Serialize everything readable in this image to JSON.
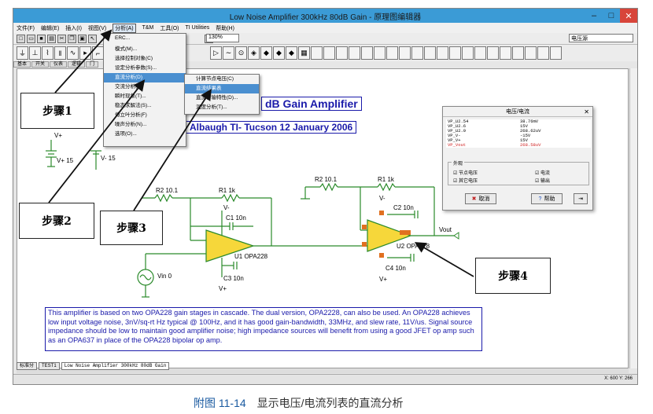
{
  "window": {
    "title": "Low Noise Amplifier 300kHz 80dB Gain - 原理图编辑器",
    "controls": [
      "–",
      "□",
      "✕"
    ]
  },
  "menu": [
    "文件(F)",
    "编辑(E)",
    "插入(I)",
    "视图(V)",
    "分析(A)",
    "T&M",
    "工具(O)",
    "TI Utilities",
    "帮助(H)"
  ],
  "menu_active_index": 4,
  "zoom": "130%",
  "component_select": "电压源",
  "toolbar_tabs": [
    "基本",
    "开关",
    "仪表",
    "逻辑",
    "门"
  ],
  "analysis_menu": [
    "ERC...",
    "模式(M)...",
    "选择控制对象(C)",
    "设定分析参数(S)...",
    "直流分析(D)",
    "交流分析(A)",
    "瞬时现象(T)...",
    "稳态求解法(S)...",
    "傅立叶分析(F)",
    "噪声分析(N)...",
    "选项(O)..."
  ],
  "analysis_menu_highlight": 4,
  "dc_submenu": [
    "计算节点电压(C)",
    "直流结果表",
    "直流传输特性(D)...",
    "温度分析(T)..."
  ],
  "dc_submenu_highlight": 1,
  "schematic": {
    "title": "dB Gain Amplifier",
    "subtitle": "Albaugh  TI- Tucson  12 January 2006",
    "labels": {
      "vplus_top": "V+",
      "v15": "V+ 15",
      "vm15": "V- 15",
      "r2_1": "R2 10.1",
      "r1_1": "R1 1k",
      "r2_2": "R2 10.1",
      "r1_2": "R1 1k",
      "c1": "C1 10n",
      "c2": "C2 10n",
      "c3": "C3 10n",
      "c4": "C4 10n",
      "u1": "U1 OPA228",
      "u2": "U2 OPA228",
      "vin": "Vin 0",
      "vout": "Vout",
      "vminus_1": "V-",
      "vplus_1": "V+",
      "vminus_2": "V-",
      "vplus_2": "V+"
    },
    "description": "This amplifier is based on two OPA228 gain stages in cascade. The dual version, OPA2228, can also be used. An OPA228 achieves low input voltage noise, 3nV/sq-rt Hz typical @ 100Hz, and it has good gain-bandwidth, 33MHz, and slew rate, 11V/us. Signal source impedance should be low to maintain good amplifier noise; high impedance sources will benefit from using a good JFET op amp such as an OPA637 in place of the OPA228 bipolar op amp."
  },
  "dialog": {
    "title": "电压/电流",
    "rows": [
      {
        "name": "VP_U2.54",
        "value": "38.76mV"
      },
      {
        "name": "VP_U2.6",
        "value": "15V"
      },
      {
        "name": "VP_U2.9",
        "value": "268.62uV"
      },
      {
        "name": "VP_V-",
        "value": "-15V"
      },
      {
        "name": "VP_V+",
        "value": "15V"
      },
      {
        "name": "VP_Vout",
        "value": "268.58uV"
      }
    ],
    "filter_label": "外观",
    "checks": [
      "节点电压",
      "电流",
      "其它电压",
      "输出"
    ],
    "buttons": [
      "取消",
      "帮助"
    ]
  },
  "bottom_tabs": [
    "标准分",
    "TEST1",
    "Low Noise Amplifier 300kHz 80dB Gain"
  ],
  "status_right": "X: 600    Y: 266",
  "callouts": [
    "步骤1",
    "步骤2",
    "步骤3",
    "步骤4"
  ],
  "caption": {
    "fig": "附图 11-14",
    "text": "显示电压/电流列表的直流分析"
  }
}
